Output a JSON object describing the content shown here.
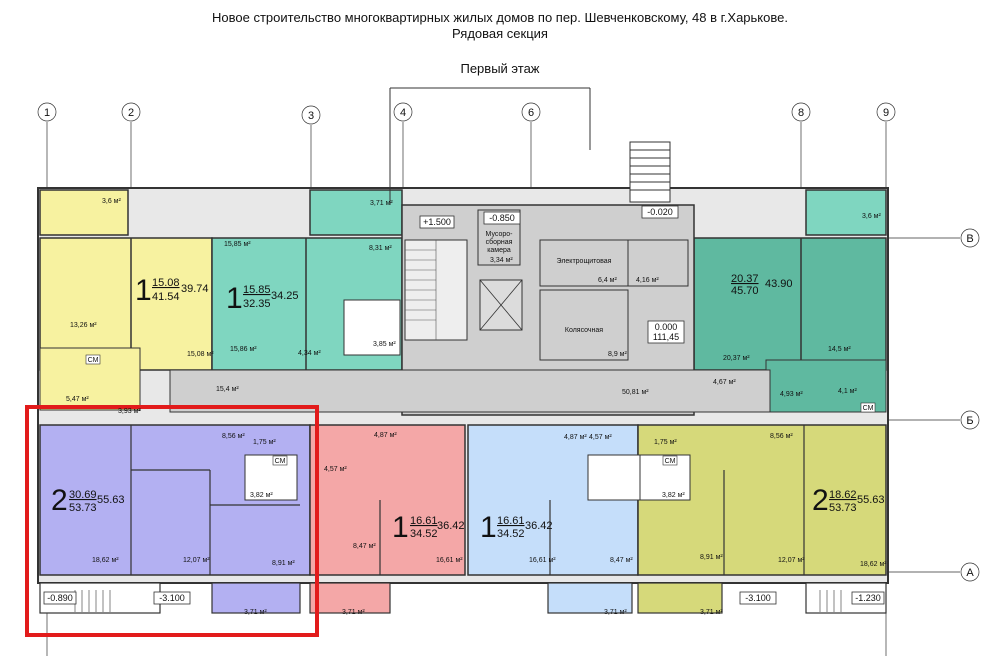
{
  "header": {
    "title_line1": "Новое строительство многоквартирных жилых домов по пер. Шевченковскому, 48 в г.Харькове.",
    "title_line2": "Рядовая секция",
    "floor": "Первый этаж"
  },
  "axes": {
    "columns": [
      "1",
      "2",
      "3",
      "4",
      "6",
      "8",
      "9"
    ],
    "rows": [
      "В",
      "Б",
      "А"
    ]
  },
  "colors": {
    "yellow": "#f7f2a0",
    "teal": "#7fd6c0",
    "green_dark": "#5fb9a0",
    "purple": "#b3b0f2",
    "red": "#f4a7a7",
    "blue": "#c5defa",
    "olive": "#d6d97a",
    "grey": "#c8c8c8",
    "highlight": "#e21b1b"
  },
  "levels": {
    "stair_top": "+1.500",
    "lobby": "-0.850",
    "entrance": "-0.020",
    "left_basement": "-0.890",
    "left_bottom": "-3.100",
    "right_bottom": "-3.100",
    "right_basement": "-1.230",
    "corridor_zero": "0.000"
  },
  "apartments": [
    {
      "rooms": "1",
      "living": "15.08",
      "total": "39.74",
      "useful": "41.54"
    },
    {
      "rooms": "1",
      "living": "15.85",
      "total": "34.25",
      "useful": "32.35"
    },
    {
      "rooms": "",
      "living": "20.37",
      "total": "43.90",
      "useful": "45.70"
    },
    {
      "rooms": "2",
      "living": "30.69",
      "total": "55.63",
      "useful": "53.73"
    },
    {
      "rooms": "1",
      "living": "16.61",
      "total": "36.42",
      "useful": "34.52"
    },
    {
      "rooms": "1",
      "living": "16.61",
      "total": "36.42",
      "useful": "34.52"
    },
    {
      "rooms": "2",
      "living": "18.62",
      "total": "55.63",
      "useful": "53.73"
    }
  ],
  "labels": {
    "electrical": "Электрощитовая",
    "stroller": "Колясочная",
    "garbage_1": "Мусоро-",
    "garbage_2": "сборная",
    "garbage_3": "камера",
    "corridor_total": "111,45"
  },
  "areas": {
    "balc1": "3,6 м²",
    "balc2": "3,71 м²",
    "balc3": "3,6 м²",
    "a1": "13,26 м²",
    "a2": "15,08 м²",
    "a3": "5,47 м²",
    "a4": "3,93 м²",
    "b1": "15,85 м²",
    "b2": "8,31 м²",
    "b3": "15,86 м²",
    "b4": "4,34 м²",
    "b5": "3,85 м²",
    "c1": "15,4 м²",
    "c2": "50,81 м²",
    "c3": "3,34 м²",
    "e1": "6,4 м²",
    "e2": "4,16 м²",
    "e3": "8,9 м²",
    "f1": "20,37 м²",
    "f2": "14,5 м²",
    "f3": "4,67 м²",
    "f4": "4,93 м²",
    "f5": "4,1 м²",
    "g1": "8,56 м²",
    "g2": "1,75 м²",
    "g3": "3,82 м²",
    "g4": "18,62 м²",
    "g5": "12,07 м²",
    "g6": "8,91 м²",
    "h1": "4,87 м²",
    "h2": "4,57 м²",
    "h3": "8,47 м²",
    "h4": "16,61 м²",
    "i1": "4,87 м²",
    "i2": "4,57 м²",
    "i3": "16,61 м²",
    "i4": "8,47 м²",
    "j1": "1,75 м²",
    "j2": "8,56 м²",
    "j3": "3,82 м²",
    "j4": "8,91 м²",
    "j5": "12,07 м²",
    "j6": "18,62 м²",
    "k1": "3,71 м²",
    "k2": "3,71 м²",
    "k3": "3,71 м²",
    "k4": "3,71 м²"
  },
  "fixtures": {
    "wc": "СМ"
  }
}
